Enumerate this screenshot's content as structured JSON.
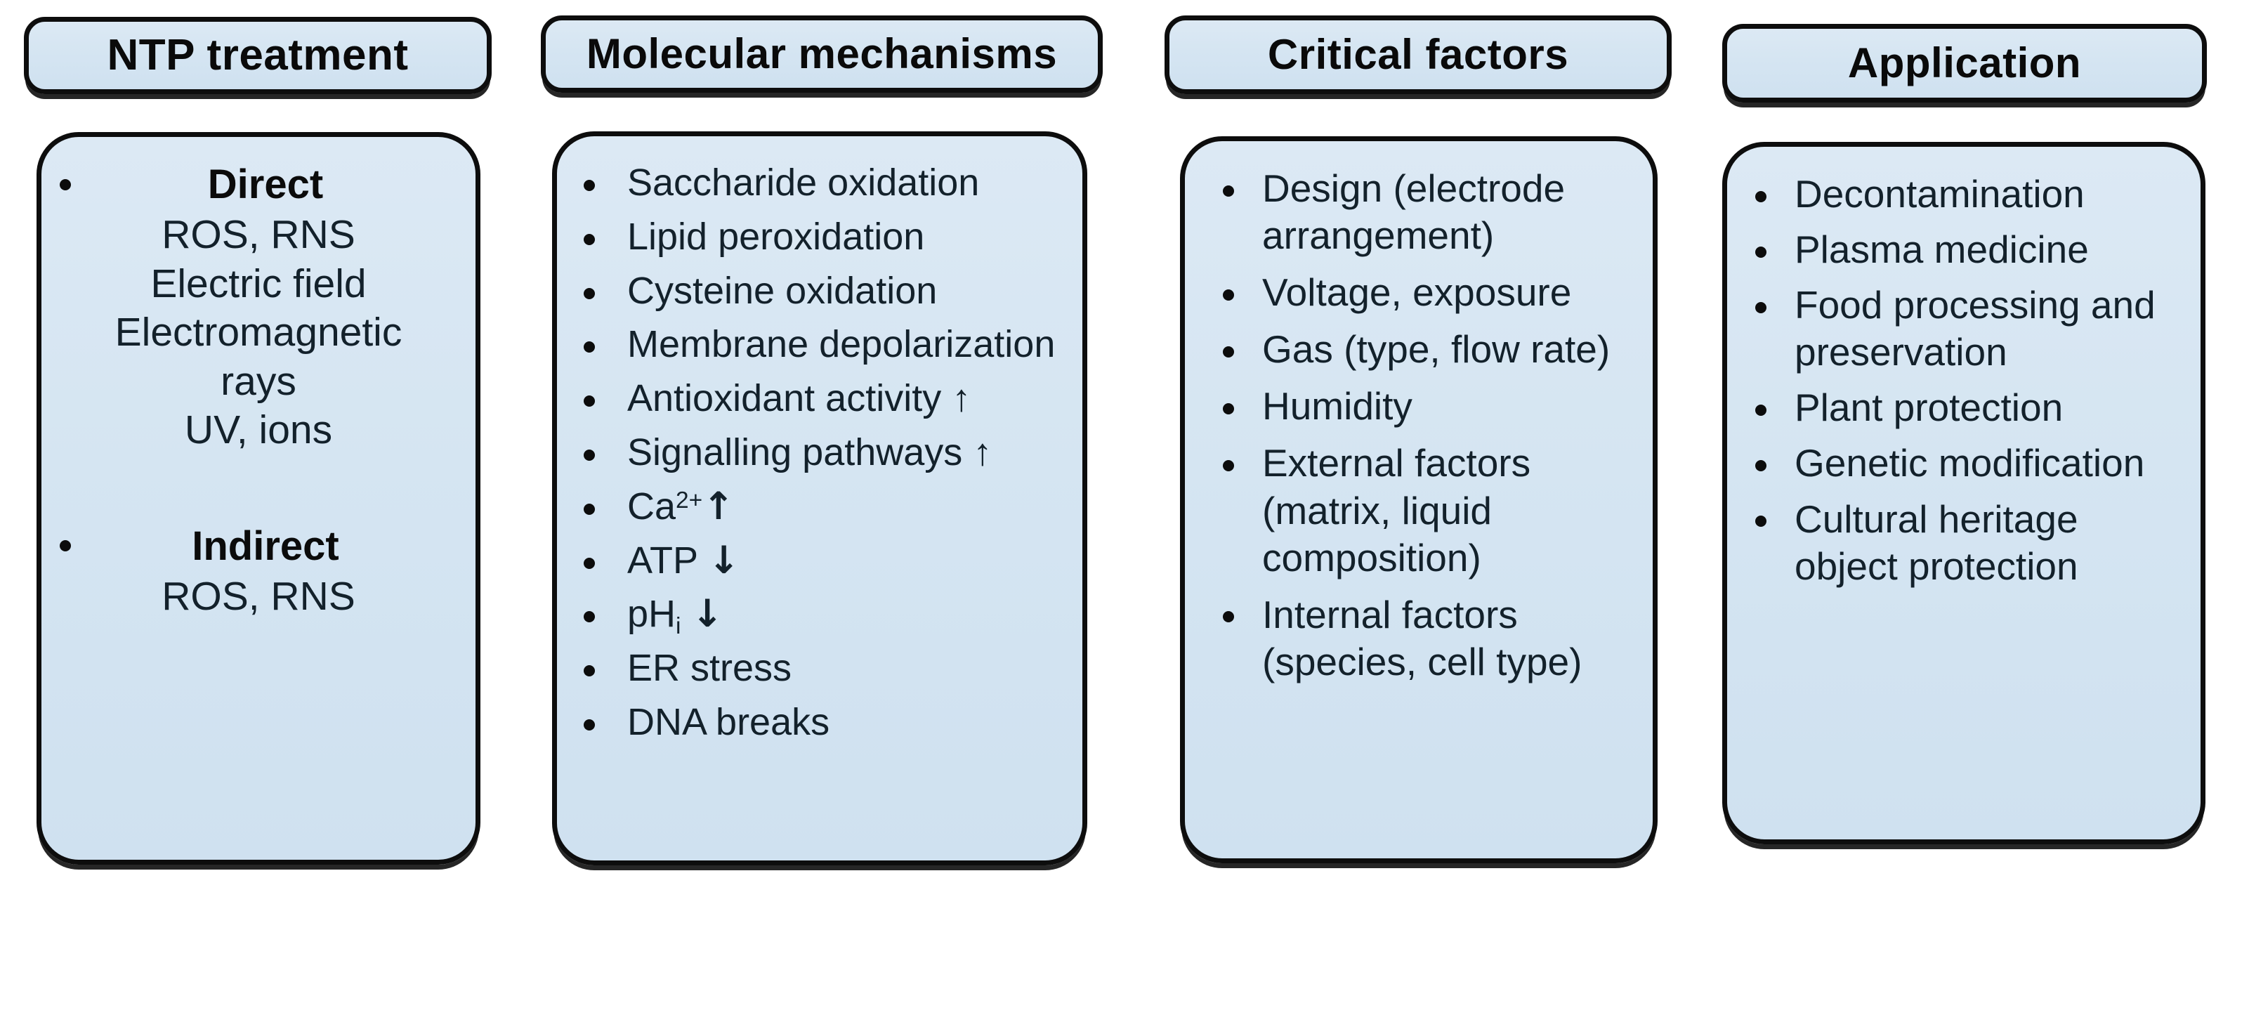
{
  "columns": [
    {
      "id": "ntp-treatment",
      "header": "NTP treatment",
      "groups": [
        {
          "label": "Direct",
          "lines": [
            "ROS, RNS",
            "Electric field",
            "Electromagnetic",
            "rays",
            "UV, ions"
          ]
        },
        {
          "label": "Indirect",
          "lines": [
            "ROS, RNS"
          ]
        }
      ]
    },
    {
      "id": "molecular-mechanisms",
      "header": "Molecular mechanisms",
      "items": [
        "Saccharide oxidation",
        "Lipid peroxidation",
        "Cysteine oxidation",
        "Membrane depolarization",
        "Antioxidant activity ↑",
        "Signalling pathways ↑",
        "Ca2+ ↑",
        "ATP ↓",
        "pHi ↓",
        "ER stress",
        "DNA breaks"
      ]
    },
    {
      "id": "critical-factors",
      "header": "Critical factors",
      "items": [
        "Design (electrode arrangement)",
        "Voltage, exposure",
        "Gas (type, flow rate)",
        "Humidity",
        "External factors (matrix, liquid composition)",
        "Internal factors (species, cell type)"
      ]
    },
    {
      "id": "application",
      "header": "Application",
      "items": [
        "Decontamination",
        "Plasma medicine",
        "Food processing and preservation",
        "Plant protection",
        "Genetic modification",
        "Cultural heritage object protection"
      ]
    }
  ],
  "colors": {
    "box_fill": "#d5e5f2",
    "box_border": "#0d0d0d",
    "text": "#13212b",
    "background": "#ffffff"
  },
  "symbols": {
    "bullet": "•",
    "arrow_up": "↑",
    "arrow_down": "↓"
  }
}
